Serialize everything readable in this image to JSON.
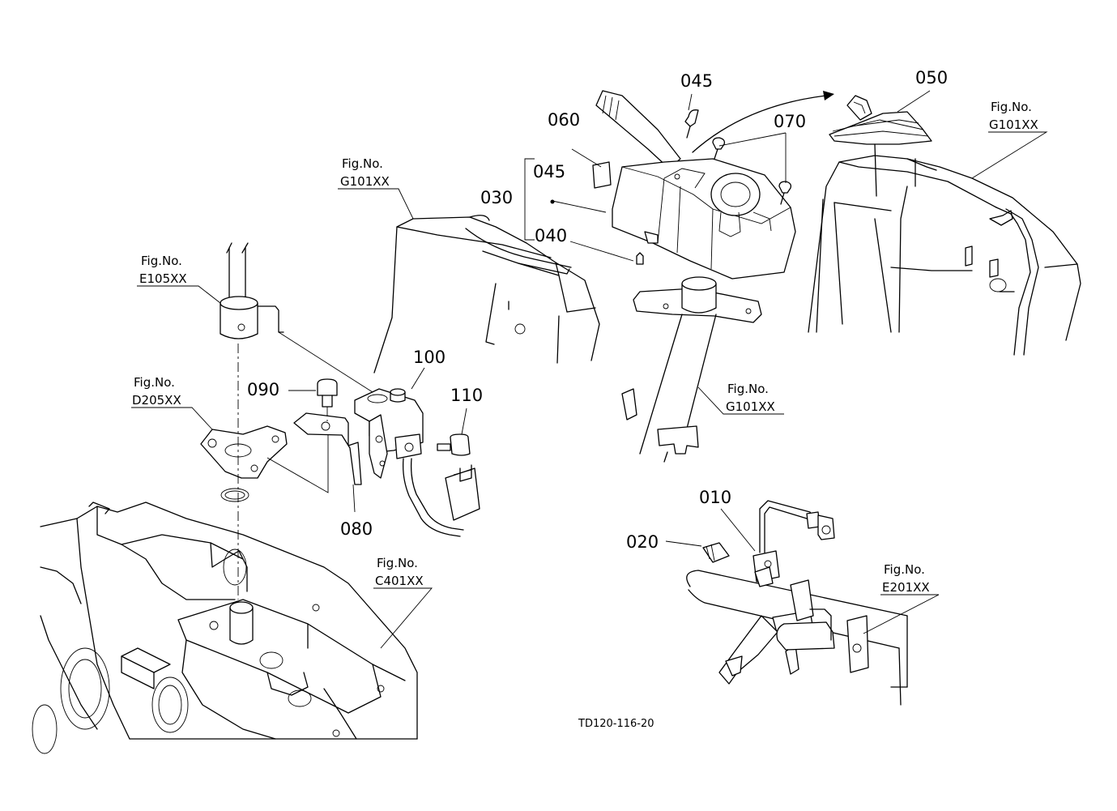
{
  "callouts": {
    "p010": "010",
    "p020": "020",
    "p030": "030",
    "p040": "040",
    "p045a": "045",
    "p045b": "045",
    "p050": "050",
    "p060": "060",
    "p070": "070",
    "p080": "080",
    "p090": "090",
    "p100": "100",
    "p110": "110"
  },
  "figure_refs": {
    "e105_label": "Fig.No.",
    "e105_code": "E105XX",
    "d205_label": "Fig.No.",
    "d205_code": "D205XX",
    "g101_left_label": "Fig.No.",
    "g101_left_code": "G101XX",
    "g101_mid_label": "Fig.No.",
    "g101_mid_code": "G101XX",
    "g101_right_label": "Fig.No.",
    "g101_right_code": "G101XX",
    "c401_label": "Fig.No.",
    "c401_code": "C401XX",
    "e201_label": "Fig.No.",
    "e201_code": "E201XX"
  },
  "drawing_number": "TD120-116-20"
}
